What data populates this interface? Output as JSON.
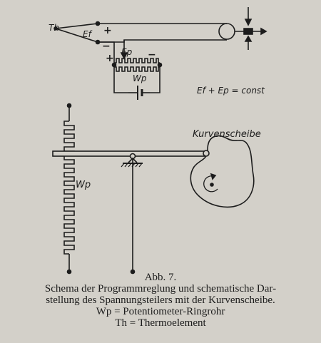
{
  "diagram": {
    "thermocouple_label": "Th",
    "emf_thermo_label": "Ef",
    "emf_potentiometer_label": "Ep",
    "potentiometer_label": "Wp",
    "signs": {
      "plus_top": "+",
      "minus_top": "−",
      "plus_pot": "+",
      "minus_pot": "−"
    },
    "equation": "Ef + Ep = const",
    "resistor_label": "Wp",
    "cam_label": "Kurvenscheibe"
  },
  "caption": {
    "figure": "Abb. 7.",
    "line1": "Schema der Programmreglung und schematische Dar-",
    "line2": "stellung des Spannungsteilers mit der Kurvenscheibe.",
    "line3": "Wp = Potentiometer-Ringrohr",
    "line4": "Th = Thermoelement"
  }
}
